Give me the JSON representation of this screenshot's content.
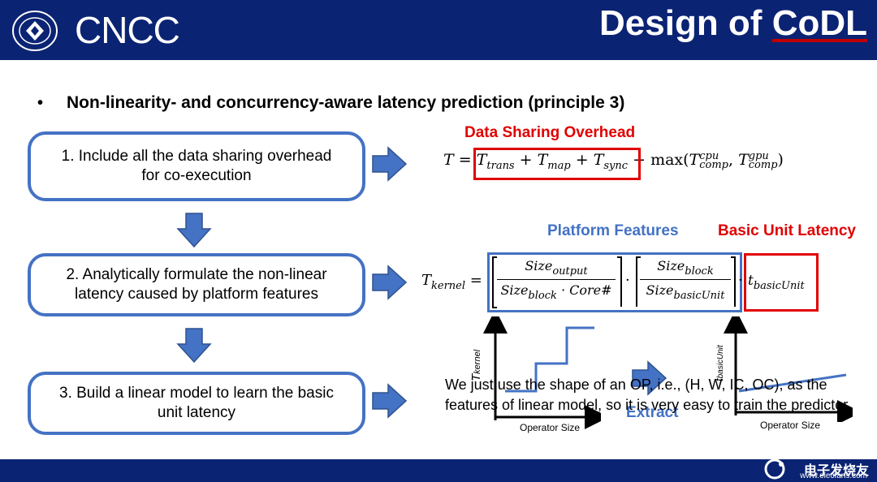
{
  "header": {
    "logo_text": "CNCC",
    "title_part1": "Design of ",
    "title_part2": "CoDL"
  },
  "bullet": {
    "marker": "•",
    "text": "Non-linearity- and concurrency-aware latency prediction (principle 3)"
  },
  "steps": [
    {
      "line1": "1. Include all the data sharing overhead",
      "line2": "for co-execution"
    },
    {
      "line1": "2. Analytically formulate the non-linear",
      "line2": "latency caused by platform features"
    },
    {
      "line1": "3. Build a linear model to learn the basic",
      "line2": "unit latency"
    }
  ],
  "labels": {
    "data_sharing": "Data Sharing Overhead",
    "platform_features": "Platform Features",
    "basic_unit_latency": "Basic Unit Latency",
    "extract": "Extract"
  },
  "formula1": {
    "T": "T",
    "equals": " = ",
    "trans": "T",
    "trans_sub": "trans",
    "plus1": " + ",
    "map": "T",
    "map_sub": "map",
    "plus2": " + ",
    "sync": "T",
    "sync_sub": "sync",
    "plus3": " + ",
    "max": "max(",
    "cpu": "T",
    "cpu_sup": "cpu",
    "cpu_sub": "comp",
    "comma": ", ",
    "gpu": "T",
    "gpu_sup": "gpu",
    "gpu_sub": "comp",
    "close": ")"
  },
  "formula2": {
    "T": "T",
    "T_sub": "kernel",
    "equals": " =",
    "num1": "Size",
    "num1_sub": "output",
    "den1": "Size",
    "den1_sub": "block",
    "den1_tail": " · Core#",
    "dot": "·",
    "num2": "Size",
    "num2_sub": "block",
    "den2": "Size",
    "den2_sub": "basicUnit",
    "dot2": "·",
    "t": "t",
    "t_sub": "basicUnit"
  },
  "charts": {
    "left_ylabel": "T",
    "left_ylabel_sub": "kernel",
    "left_xlabel": "Operator Size",
    "right_ylabel": "t",
    "right_ylabel_sub": "basicUnit",
    "right_xlabel": "Operator Size"
  },
  "note": "We just use the shape of an OP, i.e., (H, W, IC, OC), as the features of linear model, so it is very easy to train the predictor",
  "footer": {
    "brand": "电子发烧友",
    "url": "www.elecfans.com"
  },
  "colors": {
    "navy": "#0b2373",
    "accent_blue": "#4472c4",
    "accent_red": "#e00000"
  }
}
